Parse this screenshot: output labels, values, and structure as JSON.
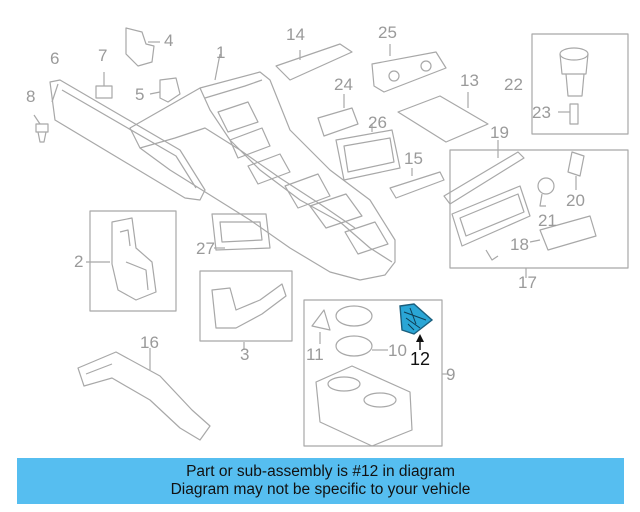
{
  "diagram": {
    "callouts": [
      "1",
      "2",
      "3",
      "4",
      "5",
      "6",
      "7",
      "8",
      "9",
      "10",
      "11",
      "12",
      "13",
      "14",
      "15",
      "16",
      "17",
      "18",
      "19",
      "20",
      "21",
      "22",
      "23",
      "24",
      "25",
      "26",
      "27"
    ],
    "highlighted_part": "12",
    "highlight_color": "#2aa6d6",
    "line_color": "#a8a8a8"
  },
  "banner": {
    "line1": "Part or sub-assembly is #12 in diagram",
    "line2": "Diagram may not be specific to your vehicle",
    "background": "#56bef0"
  }
}
